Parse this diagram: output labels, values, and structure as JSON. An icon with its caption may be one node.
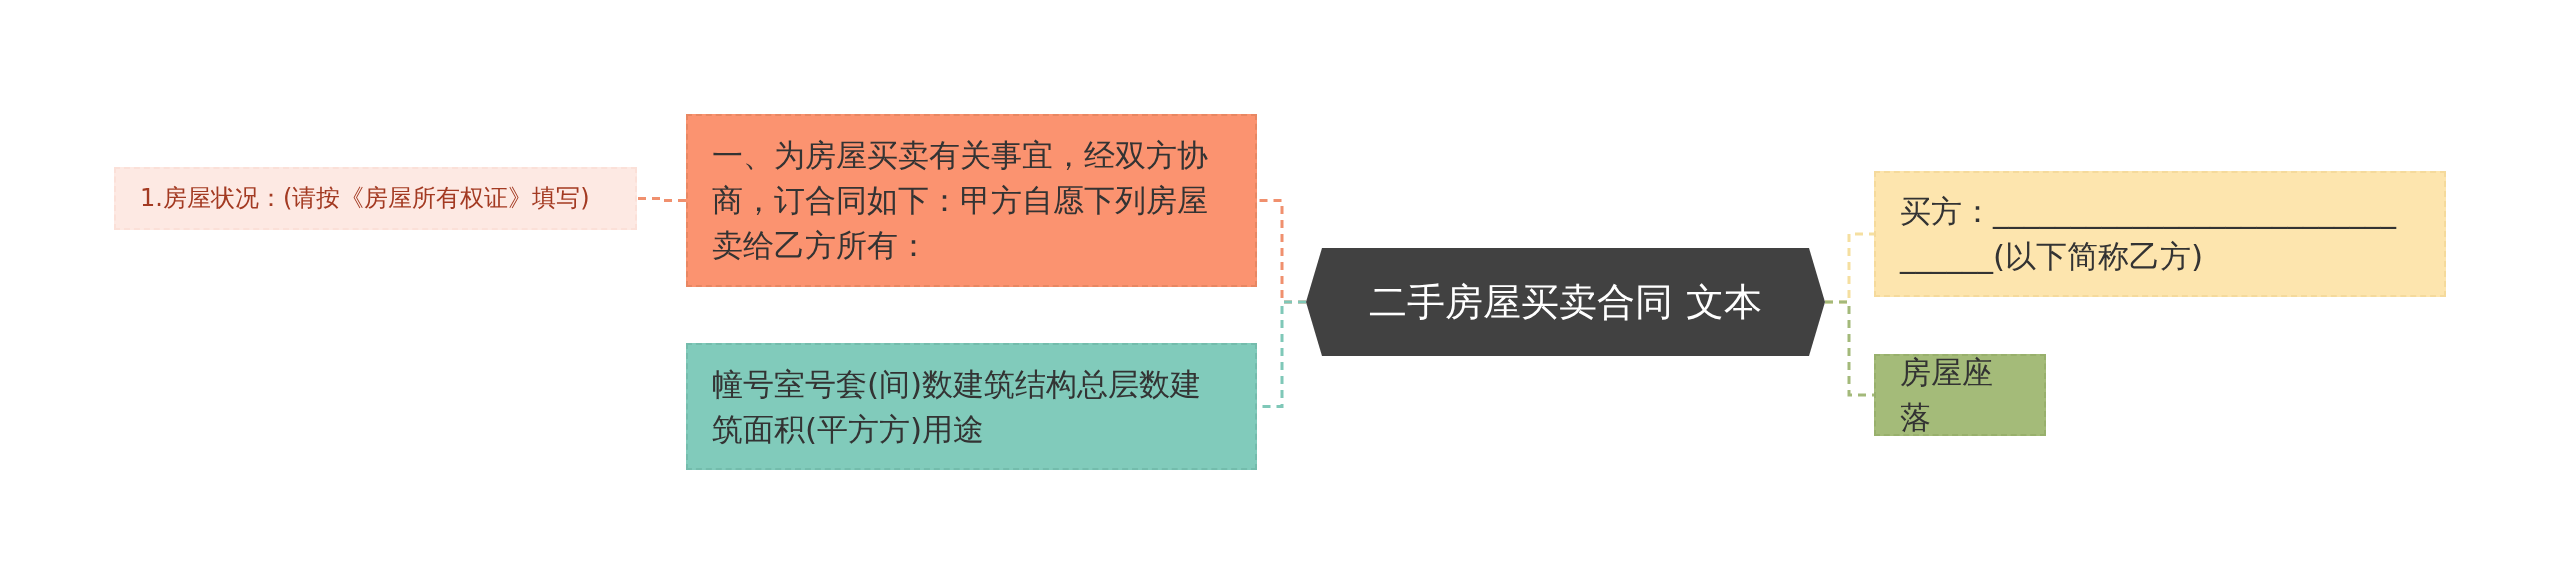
{
  "diagram": {
    "nodes": [
      {
        "text": [
          "二手房屋买卖合同 文本"
        ]
      },
      {
        "text": [
          "一、为房屋买卖有关事宜，经双方协商，订合同如下：甲方自愿下列房屋卖给乙方所有："
        ]
      },
      {
        "text": [
          "1.房屋状况：(请按《房屋所有权证》填写)"
        ]
      },
      {
        "text": [
          "幢号室号套(间)数建筑结构总层数建筑面积(平方方)用途"
        ]
      },
      {
        "text": [
          "买方：________________________________(以下简称乙方)"
        ]
      },
      {
        "text": [
          "房屋座落"
        ]
      }
    ],
    "edges": [
      {
        "from": 0,
        "to": 1,
        "arrow": "none",
        "style": "dashed",
        "color": "#f0906e"
      },
      {
        "from": 1,
        "to": 2,
        "arrow": "none",
        "style": "dashed",
        "color": "#f0906e"
      },
      {
        "from": 0,
        "to": 3,
        "arrow": "none",
        "style": "dashed",
        "color": "#7fc8b8"
      },
      {
        "from": 0,
        "to": 4,
        "arrow": "none",
        "style": "dashed",
        "color": "#f5dfa0"
      },
      {
        "from": 0,
        "to": 5,
        "arrow": "none",
        "style": "dashed",
        "color": "#a3b97a"
      }
    ]
  }
}
